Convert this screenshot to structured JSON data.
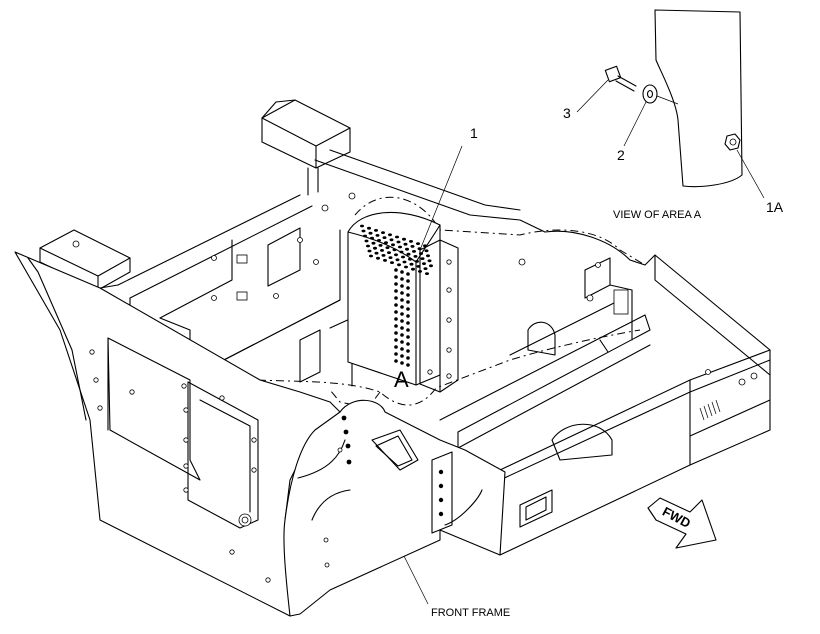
{
  "callouts": {
    "part_1": "1",
    "part_2": "2",
    "part_3": "3",
    "part_1a": "1A"
  },
  "captions": {
    "view_of_area": "VIEW OF AREA  A",
    "area_marker": "A",
    "front_frame": "FRONT FRAME",
    "forward_arrow": "FWD"
  }
}
